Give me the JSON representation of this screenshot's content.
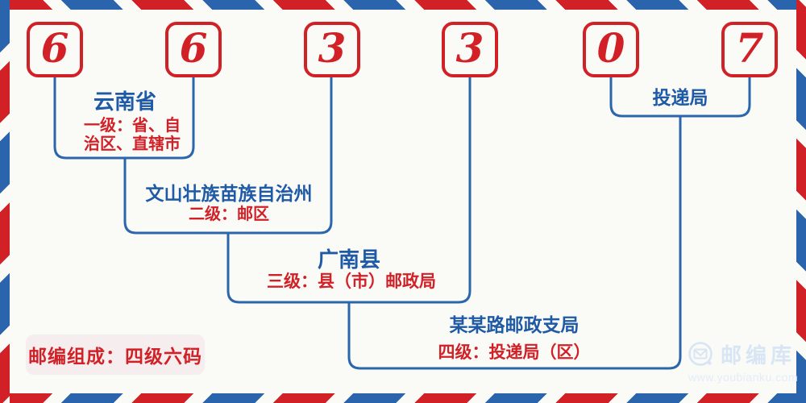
{
  "postal_code": {
    "code": "663307",
    "digits": [
      "6",
      "6",
      "3",
      "3",
      "0",
      "7"
    ]
  },
  "levels": [
    {
      "title": "云南省",
      "desc": "一级：省、自\n治区、直辖市"
    },
    {
      "title": "文山壮族苗族自治州",
      "desc": "二级：邮区"
    },
    {
      "title": "广南县",
      "desc": "三级：县（市）邮政局"
    },
    {
      "title": "某某路邮政支局",
      "desc": "四级：投递局（区）"
    }
  ],
  "delivery_label": "投递局",
  "badge": {
    "text": "邮编组成：四级六码"
  },
  "watermark": {
    "brand": "邮编库",
    "url": "www.youbianku.com"
  },
  "colors": {
    "bg": "#fafaf7",
    "accent_red": "#d22027",
    "line_blue": "#2b66ad",
    "text_blue": "#1e5aa5",
    "stripe_red": "#d22027",
    "stripe_blue": "#2a64ac",
    "badge_bg": "#f5edee",
    "wm_brand": "#d7e5f4",
    "wm_url": "#e3edf9"
  }
}
